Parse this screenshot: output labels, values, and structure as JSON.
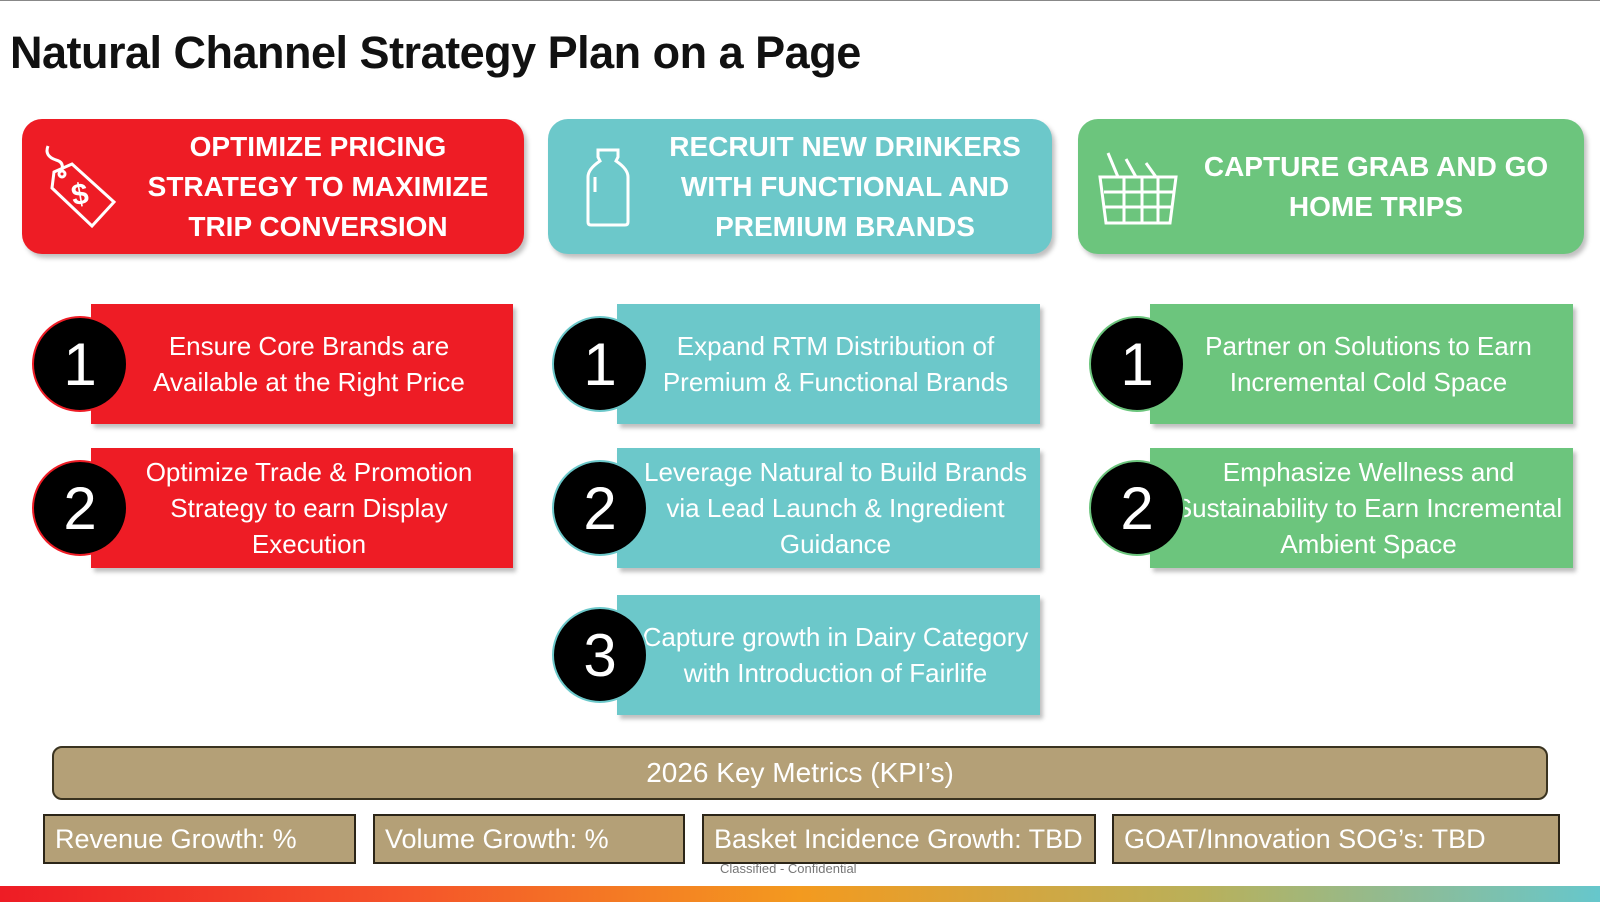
{
  "title": "Natural Channel Strategy Plan on a Page",
  "pillars": [
    {
      "heading": "OPTIMIZE PRICING STRATEGY TO MAXIMIZE TRIP CONVERSION",
      "icon": "price-tag-icon",
      "color": "#ee1c25",
      "items": [
        {
          "num": "1",
          "text": "Ensure Core Brands are Available at the Right Price"
        },
        {
          "num": "2",
          "text": "Optimize Trade & Promotion Strategy to earn Display Execution"
        }
      ]
    },
    {
      "heading": "RECRUIT NEW DRINKERS WITH FUNCTIONAL AND PREMIUM BRANDS",
      "icon": "milk-bottle-icon",
      "color": "#6cc8ca",
      "items": [
        {
          "num": "1",
          "text": "Expand RTM Distribution of Premium & Functional Brands"
        },
        {
          "num": "2",
          "text": "Leverage Natural to Build Brands via Lead Launch & Ingredient Guidance"
        },
        {
          "num": "3",
          "text": "Capture growth in Dairy Category with Introduction of Fairlife"
        }
      ]
    },
    {
      "heading": "CAPTURE GRAB AND GO HOME TRIPS",
      "icon": "shopping-basket-icon",
      "color": "#6cc57d",
      "items": [
        {
          "num": "1",
          "text": "Partner on Solutions to Earn Incremental Cold Space"
        },
        {
          "num": "2",
          "text": "Emphasize Wellness and Sustainability to Earn Incremental Ambient Space"
        }
      ]
    }
  ],
  "kpi_header": "2026 Key Metrics (KPI’s)",
  "kpis": [
    "Revenue Growth: %",
    "Volume Growth:  %",
    "Basket Incidence Growth: TBD",
    "GOAT/Innovation SOG’s:  TBD"
  ],
  "footer": "Classified - Confidential"
}
